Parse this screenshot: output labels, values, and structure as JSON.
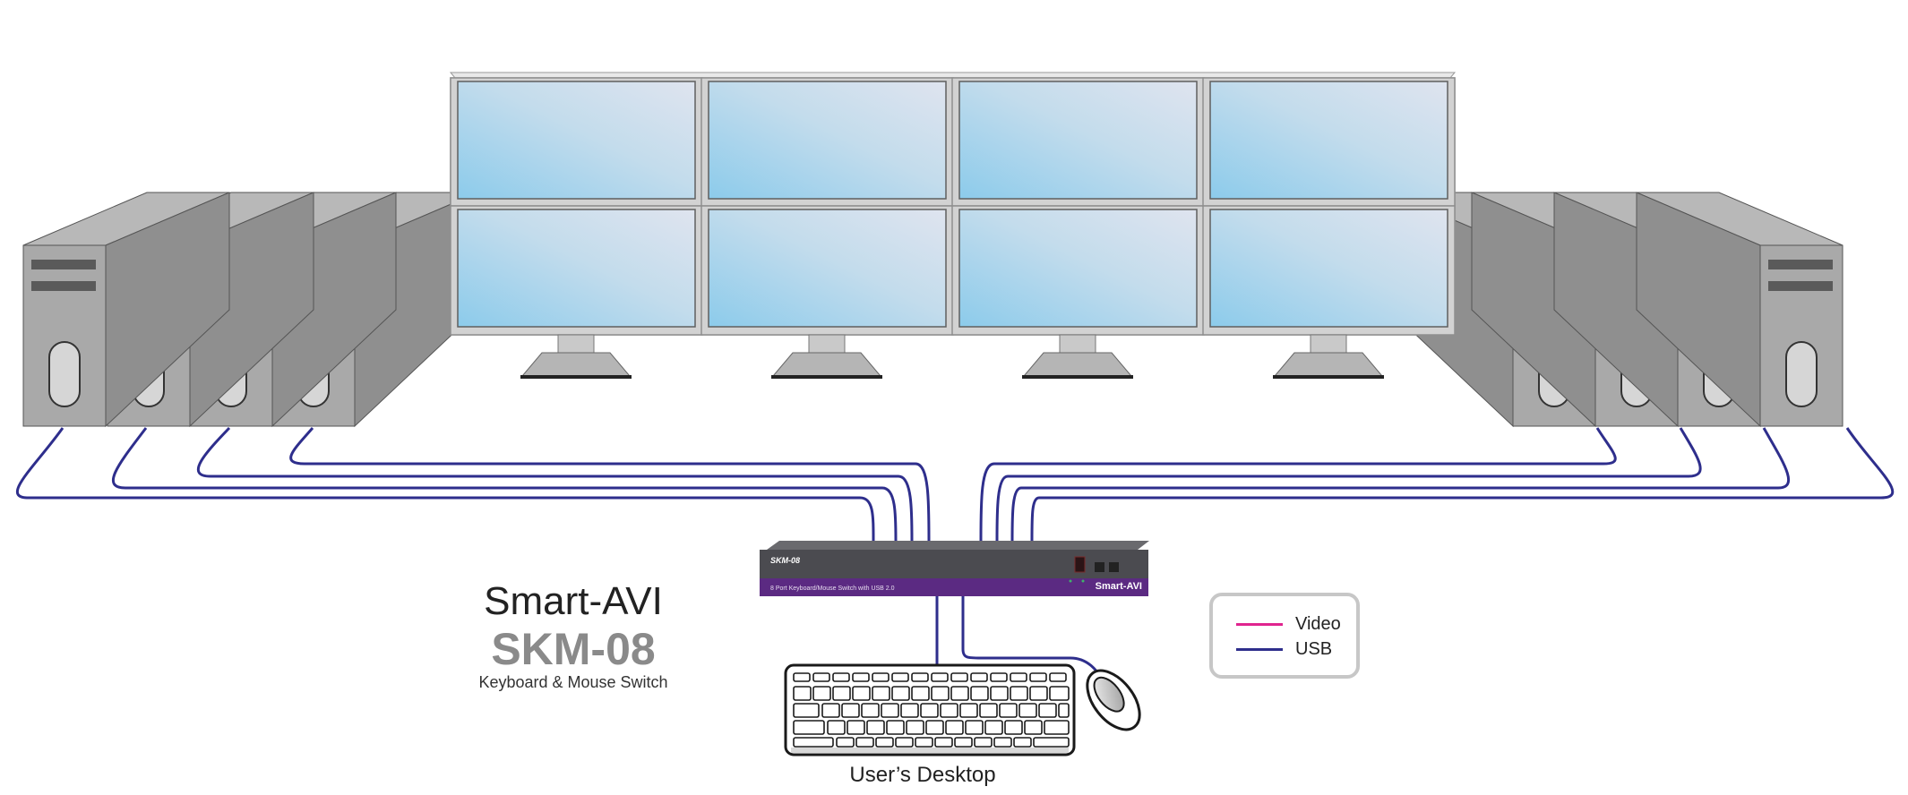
{
  "brand": {
    "logo": "Smart-AVI",
    "model": "SKM-08",
    "description": "Keyboard & Mouse Switch"
  },
  "device": {
    "model_label": "SKM-08",
    "front_text": "8 Port Keyboard/Mouse Switch with USB 2.0",
    "logo": "Smart-AVI",
    "color_top": "#4a4a4e",
    "color_stripe": "#5b2a82"
  },
  "legend": {
    "items": [
      {
        "label": "Video",
        "color": "#e0248f"
      },
      {
        "label": "USB",
        "color": "#2e2e8c"
      }
    ]
  },
  "caption": "User’s Desktop",
  "colors": {
    "video": "#e0248f",
    "usb": "#2e2e8c",
    "screen": "#a9d6ee",
    "bezel": "#d2d2d2",
    "tower_front": "#a9a9a9",
    "tower_side": "#8f8f8f"
  },
  "icons": [
    "computer-tower-icon",
    "monitor-icon",
    "keyboard-icon",
    "mouse-icon",
    "kvm-switch-icon"
  ]
}
